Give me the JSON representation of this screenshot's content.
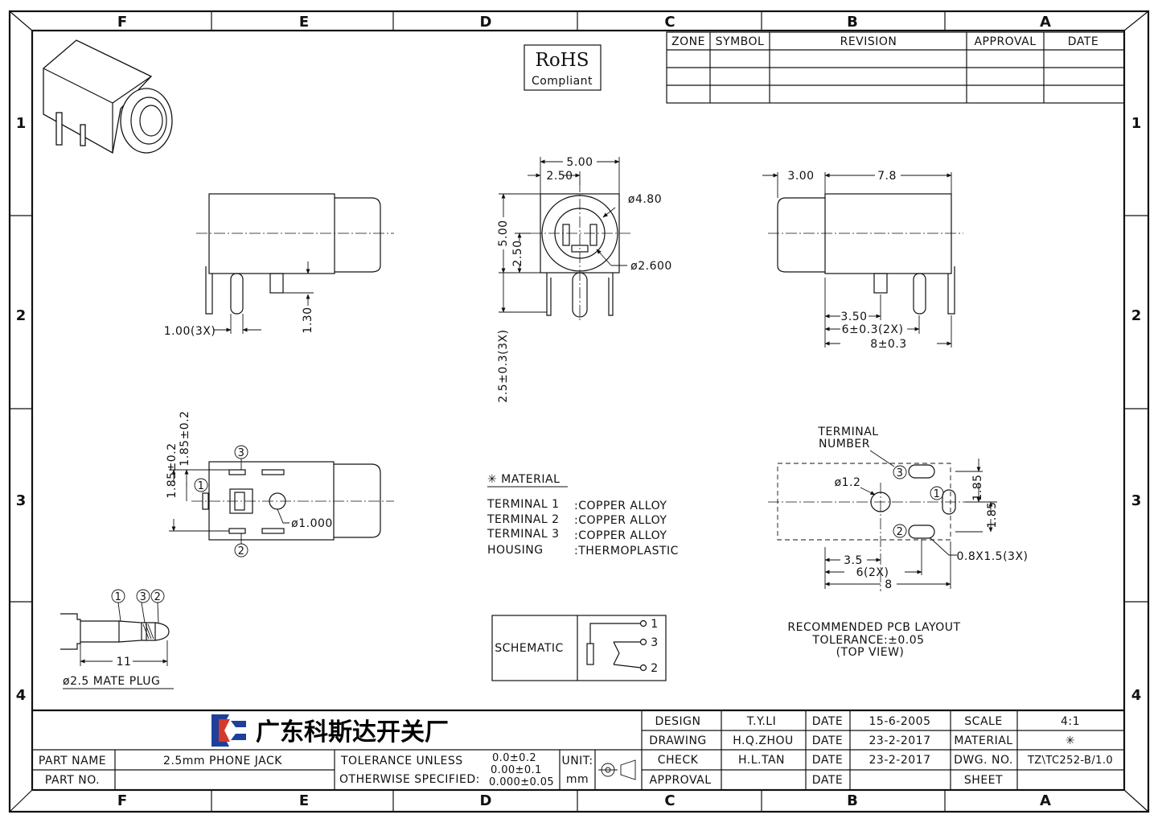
{
  "border": {
    "columns": [
      "F",
      "E",
      "D",
      "C",
      "B",
      "A"
    ],
    "rows": [
      "1",
      "2",
      "3",
      "4"
    ]
  },
  "rohs": {
    "line1": "RoHS",
    "line2": "Compliant"
  },
  "revision_table": {
    "headers": [
      "ZONE",
      "SYMBOL",
      "REVISION",
      "APPROVAL",
      "DATE"
    ]
  },
  "dims": {
    "side_pin_width": "1.00(3X)",
    "side_pin_offset": "1.30",
    "front_width": "5.00",
    "front_half_width": "2.50",
    "front_height": "5.00",
    "front_half_height": "2.50",
    "front_outer_dia": "ø4.80",
    "front_inner_dia": "ø2.600",
    "front_pin_len": "2.5±0.3(3X)",
    "right_front_len": "3.00",
    "right_body_len": "7.8",
    "right_pin1": "3.50",
    "right_pin2": "6±0.3(2X)",
    "right_total": "8±0.3",
    "bottom_v1": "1.85±0.2",
    "bottom_v2": "1.85±0.2",
    "bottom_hole": "ø1.000",
    "pcb_hole": "ø1.2",
    "pcb_v1": "1.85",
    "pcb_v2": "1.85",
    "pcb_h1": "3.5",
    "pcb_h2": "6(2X)",
    "pcb_h3": "8",
    "pcb_slot": "0.8X1.5(3X)",
    "plug_len": "11"
  },
  "terminal_marks": {
    "t1": "1",
    "t2": "2",
    "t3": "3"
  },
  "terminal_number_label": {
    "line1": "TERMINAL",
    "line2": "NUMBER"
  },
  "material": {
    "heading": "✳ MATERIAL",
    "rows": [
      {
        "part": "TERMINAL 1",
        "value": ":COPPER  ALLOY"
      },
      {
        "part": "TERMINAL 2",
        "value": ":COPPER  ALLOY"
      },
      {
        "part": "TERMINAL 3",
        "value": ":COPPER  ALLOY"
      },
      {
        "part": "HOUSING",
        "value": ":THERMOPLASTIC"
      }
    ]
  },
  "schematic": {
    "label": "SCHEMATIC",
    "pins": [
      "1",
      "3",
      "2"
    ]
  },
  "pcb_note": {
    "line1": "RECOMMENDED PCB LAYOUT",
    "line2": "TOLERANCE:±0.05",
    "line3": "(TOP  VIEW)"
  },
  "mate_plug": "ø2.5  MATE PLUG",
  "title_block": {
    "company": "广东科斯达开关厂",
    "part_name_label": "PART NAME",
    "part_name": "2.5mm  PHONE  JACK",
    "part_no_label": "PART NO.",
    "part_no": "",
    "tolerance_label1": "TOLERANCE UNLESS",
    "tolerance_label2": "OTHERWISE SPECIFIED:",
    "tol1": "0.0±0.2",
    "tol2": "0.00±0.1",
    "tol3": "0.000±0.05",
    "unit_label": "UNIT:",
    "unit": "mm",
    "design_label": "DESIGN",
    "design": "T.Y.LI",
    "drawing_label": "DRAWING",
    "drawing": "H.Q.ZHOU",
    "check_label": "CHECK",
    "check": "H.L.TAN",
    "approval_label": "APPROVAL",
    "approval": "",
    "date_label": "DATE",
    "date1": "15-6-2005",
    "date2": "23-2-2017",
    "date3": "23-2-2017",
    "date4": "",
    "scale_label": "SCALE",
    "scale": "4:1",
    "material_label": "MATERIAL",
    "material": "✳",
    "dwg_label": "DWG. NO.",
    "dwg": "TZ\\TC252-B/1.0",
    "sheet_label": "SHEET",
    "sheet": ""
  }
}
